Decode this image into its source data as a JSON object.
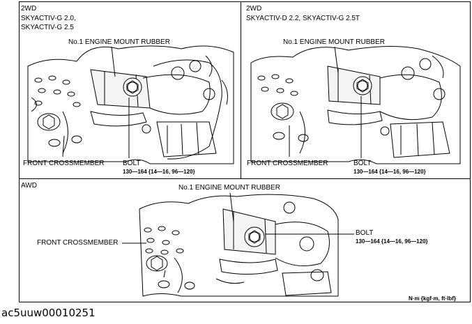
{
  "panel_2wd_a": {
    "drive": "2WD",
    "engine_line1": "SKYACTIV-G 2.0,",
    "engine_line2": "SKYACTIV-G 2.5",
    "mount_label": "No.1 ENGINE MOUNT RUBBER",
    "crossmember_label": "FRONT CROSSMEMBER",
    "bolt_label": "BOLT",
    "torque": "130—164 {14—16, 96—120}"
  },
  "panel_2wd_b": {
    "drive": "2WD",
    "engine_line1": "SKYACTIV-D 2.2, SKYACTIV-G 2.5T",
    "mount_label": "No.1 ENGINE MOUNT RUBBER",
    "crossmember_label": "FRONT CROSSMEMBER",
    "bolt_label": "BOLT",
    "torque": "130—164 {14—16, 96—120}"
  },
  "panel_awd": {
    "drive": "AWD",
    "mount_label": "No.1 ENGINE MOUNT RUBBER",
    "crossmember_label": "FRONT CROSSMEMBER",
    "bolt_label": "BOLT",
    "torque": "130—164 {14—16, 96—120}"
  },
  "units_note": "N·m {kgf·m, ft·lbf}",
  "image_code": "ac5uuw00010251"
}
